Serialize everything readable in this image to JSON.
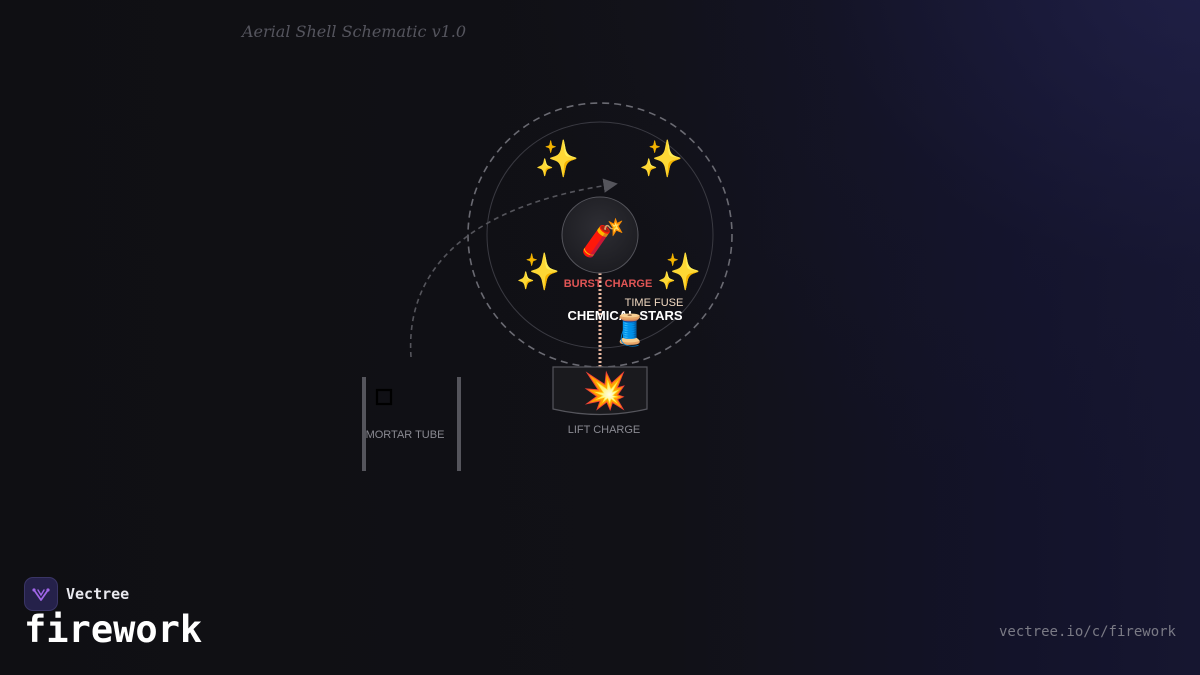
{
  "schematic": {
    "title": "Aerial Shell Schematic v1.0",
    "labels": {
      "burst_charge": "BURST CHARGE",
      "time_fuse": "TIME FUSE",
      "chemical_stars": "CHEMICAL STARS",
      "lift_charge": "LIFT CHARGE",
      "mortar_tube": "MORTAR TUBE"
    },
    "icons": {
      "burst": "firecracker-icon",
      "stars": "sparkles-icon",
      "fuse": "spool-icon",
      "lift": "explosion-icon",
      "mortar": "square-icon"
    },
    "glyphs": {
      "burst": "🧨",
      "star": "✨",
      "fuse": "🧵",
      "lift": "💥",
      "mortar": "☐"
    },
    "colors": {
      "burst_label": "#e05555",
      "fuse_label": "#f0d8c0",
      "stars_label": "#ffffff",
      "muted_label": "#8a8a92",
      "fuse_line": "#e8b8a0"
    }
  },
  "footer": {
    "brand": "Vectree",
    "title": "firework",
    "url": "vectree.io/c/firework"
  }
}
